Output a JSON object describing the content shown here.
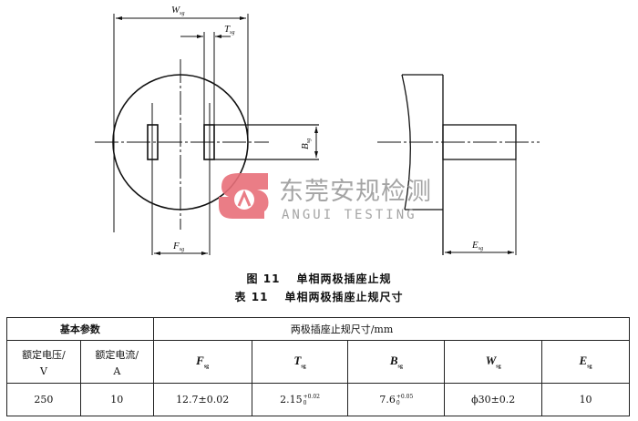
{
  "figure": {
    "labels": {
      "W": {
        "main": "W",
        "sub": "sg"
      },
      "T": {
        "main": "T",
        "sub": "sg"
      },
      "B": {
        "main": "B",
        "sub": "sg"
      },
      "F": {
        "main": "F",
        "sub": "sg"
      },
      "E": {
        "main": "E",
        "sub": "sg"
      }
    },
    "watermark": {
      "cn": "东莞安规检测",
      "en": "ANGUI TESTING",
      "logo_color": "#e8707a"
    },
    "caption": {
      "number": "图 11",
      "title": "单相两极插座止规"
    }
  },
  "table": {
    "caption": {
      "number": "表 11",
      "title": "单相两极插座止规尺寸"
    },
    "group_headers": {
      "basic": "基本参数",
      "dims": "两极插座止规尺寸/mm"
    },
    "columns": [
      {
        "label": "额定电压/",
        "unit": "V"
      },
      {
        "label": "额定电流/",
        "unit": "A"
      },
      {
        "main": "F",
        "sub": "sg"
      },
      {
        "main": "T",
        "sub": "sg"
      },
      {
        "main": "B",
        "sub": "sg"
      },
      {
        "main": "W",
        "sub": "sg"
      },
      {
        "main": "E",
        "sub": "sg"
      }
    ],
    "row": {
      "voltage": "250",
      "current": "10",
      "F": "12.7±0.02",
      "T": {
        "base": "2.15",
        "upper": "+0.02",
        "lower": "0"
      },
      "B": {
        "base": "7.6",
        "upper": "+0.05",
        "lower": "0"
      },
      "W": "ϕ30±0.2",
      "E": "10"
    }
  }
}
